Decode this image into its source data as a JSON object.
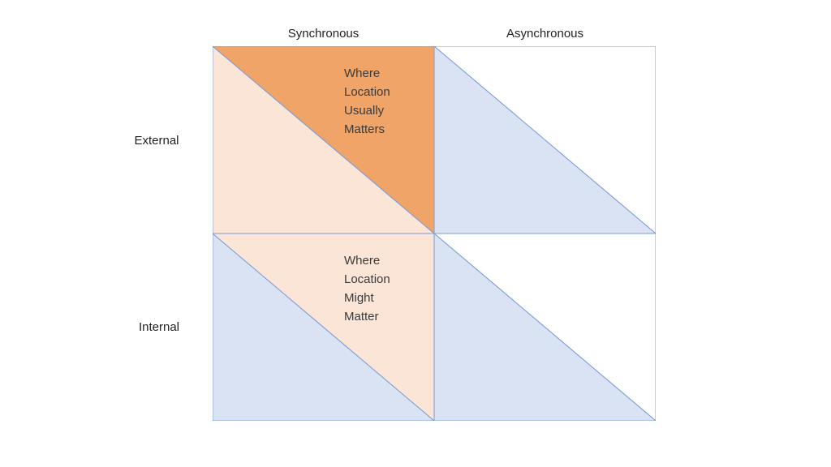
{
  "diagram": {
    "col_headers": [
      {
        "label": "Synchronous"
      },
      {
        "label": "Asynchronous"
      }
    ],
    "row_headers": [
      {
        "label": "External"
      },
      {
        "label": "Internal"
      }
    ],
    "annotations": [
      {
        "text": "Where\nLocation\nUsually\nMatters"
      },
      {
        "text": "Where\nLocation\nMight\nMatter"
      }
    ],
    "colors": {
      "orange_strong": "#F0A468",
      "orange_light": "#FBE5D6",
      "blue_light": "#DAE3F3",
      "white": "#FFFFFF",
      "border": "#7C9CD6"
    }
  }
}
